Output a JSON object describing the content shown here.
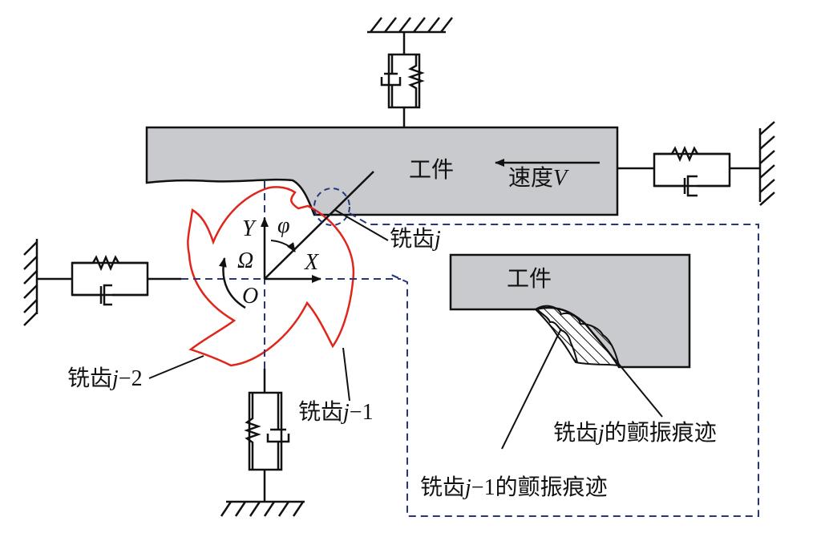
{
  "workpiece_label": "工件",
  "zoom_workpiece_label": "工件",
  "speed": {
    "text": "速度",
    "symbol": "V"
  },
  "axes": {
    "x": "X",
    "y": "Y",
    "origin": "O",
    "spin": "Ω",
    "angle": "φ"
  },
  "tooth_j": {
    "text": "铣齿",
    "index": "j"
  },
  "tooth_j1": {
    "text": "铣齿",
    "index": "j",
    "suffix": "−1"
  },
  "tooth_j2": {
    "text": "铣齿",
    "index": "j",
    "suffix": "−2"
  },
  "trace_j": {
    "prefix": "铣齿",
    "index": "j",
    "suffix": "的颤振痕迹"
  },
  "trace_j1": {
    "prefix": "铣齿",
    "index": "j",
    "num": "−1",
    "suffix": "的颤振痕迹"
  },
  "colors": {
    "workpiece": "#c8cacd",
    "cutter": "#e0261b",
    "dashed": "#27357a",
    "line": "#111111"
  }
}
